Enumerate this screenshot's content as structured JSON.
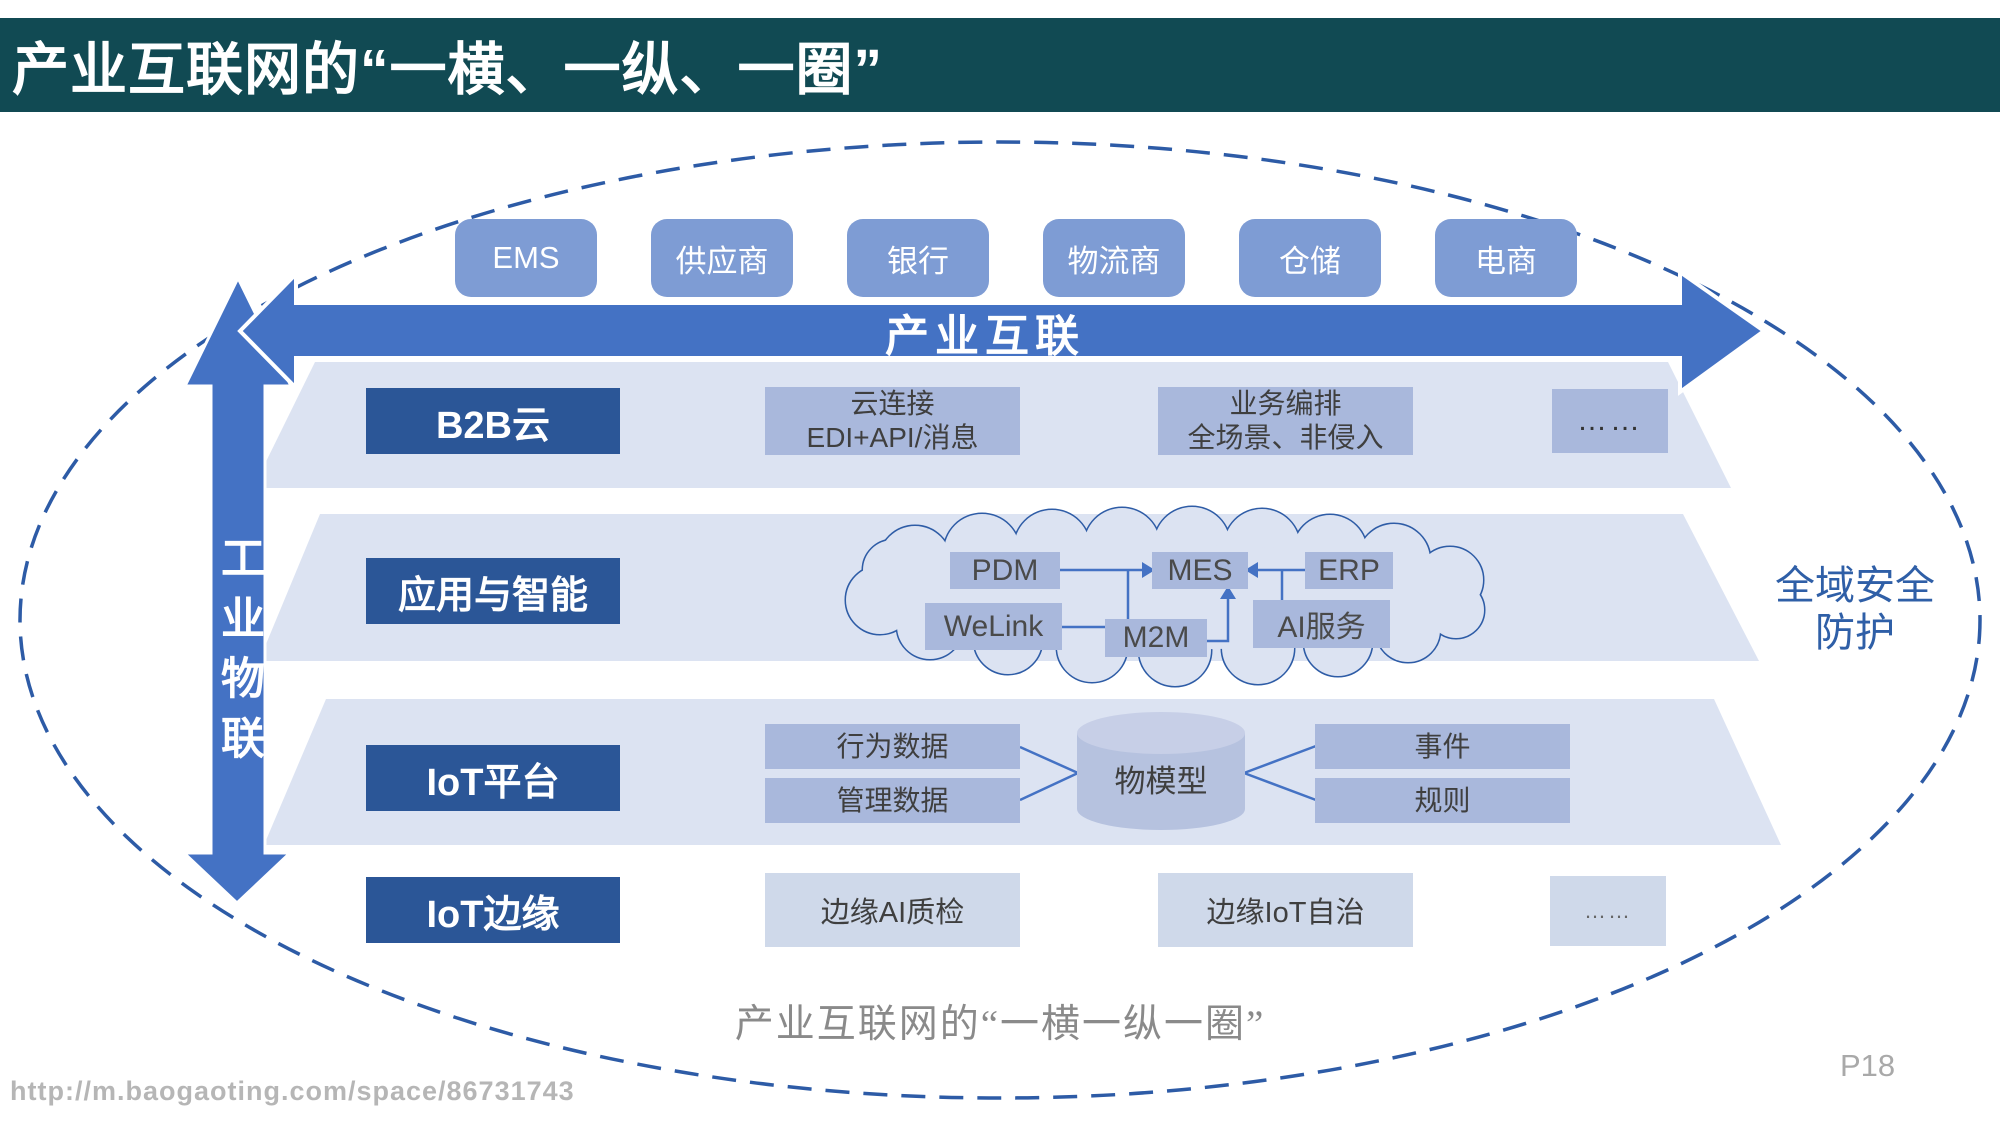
{
  "header": {
    "title": "产业互联网的“一横、一纵、一圈”"
  },
  "partner_row": {
    "items": [
      "EMS",
      "供应商",
      "银行",
      "物流商",
      "仓储",
      "电商"
    ]
  },
  "horizontal_arrow": {
    "label": "产业互联"
  },
  "vertical_arrow": {
    "label": "工业物联"
  },
  "layers": {
    "b2b": {
      "label": "B2B云",
      "item1_line1": "云连接",
      "item1_line2": "EDI+API/消息",
      "item2_line1": "业务编排",
      "item2_line2": "全场景、非侵入",
      "more": "……"
    },
    "apps": {
      "label": "应用与智能",
      "nodes": {
        "pdm": "PDM",
        "mes": "MES",
        "erp": "ERP",
        "welink": "WeLink",
        "m2m": "M2M",
        "ai": "AI服务"
      }
    },
    "iot_platform": {
      "label": "IoT平台",
      "left1": "行为数据",
      "left2": "管理数据",
      "center": "物模型",
      "right1": "事件",
      "right2": "规则"
    },
    "iot_edge": {
      "label": "IoT边缘",
      "item1": "边缘AI质检",
      "item2": "边缘IoT自治",
      "more": "……"
    }
  },
  "security": {
    "line1": "全域安全",
    "line2": "防护"
  },
  "caption": "产业互联网的“一横一纵一圈”",
  "watermark": "http://m.baogaoting.com/space/86731743",
  "page_number": "P18",
  "colors": {
    "header_teal": "#114a53",
    "arrow_blue": "#4472c4",
    "partner_blue": "#7e9cd4",
    "label_dark_blue": "#2b5697",
    "band_light": "#dce3f2",
    "item_box": "#a9b8dc",
    "edge_box": "#cfd9ea",
    "outline_blue": "#2e5ca6",
    "cylinder": "#b6c2df"
  }
}
